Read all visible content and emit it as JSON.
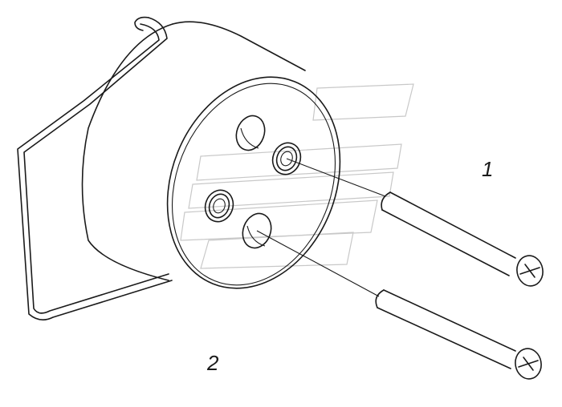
{
  "callouts": [
    {
      "label": "1"
    },
    {
      "label": "2"
    }
  ],
  "parts": [
    {
      "number": "1",
      "name": "mounting-screw"
    },
    {
      "number": "2",
      "name": "socket-body"
    }
  ],
  "colors": {
    "line": "#1a1a1a",
    "background": "#ffffff",
    "watermark": "#c8c8c8"
  }
}
